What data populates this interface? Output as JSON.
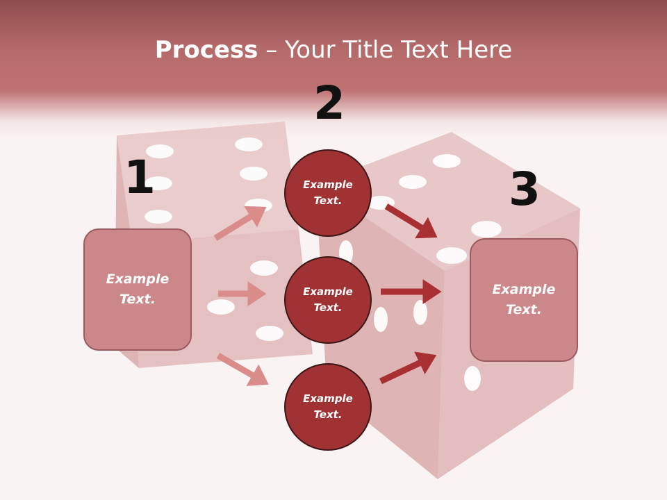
{
  "title": {
    "bold": "Process",
    "rest": " – Your Title Text Here"
  },
  "steps": {
    "one": "1",
    "two": "2",
    "three": "3"
  },
  "left_box": {
    "line1": "Example",
    "line2": "Text."
  },
  "right_box": {
    "line1": "Example",
    "line2": "Text."
  },
  "circles": [
    {
      "line1": "Example",
      "line2": "Text."
    },
    {
      "line1": "Example",
      "line2": "Text."
    },
    {
      "line1": "Example",
      "line2": "Text."
    }
  ],
  "colors": {
    "header": "#b56a6a",
    "box_fill": "#cb878a",
    "circle_fill": "#a03234",
    "arrow_light": "#d98c8a",
    "arrow_dark": "#a83032"
  }
}
